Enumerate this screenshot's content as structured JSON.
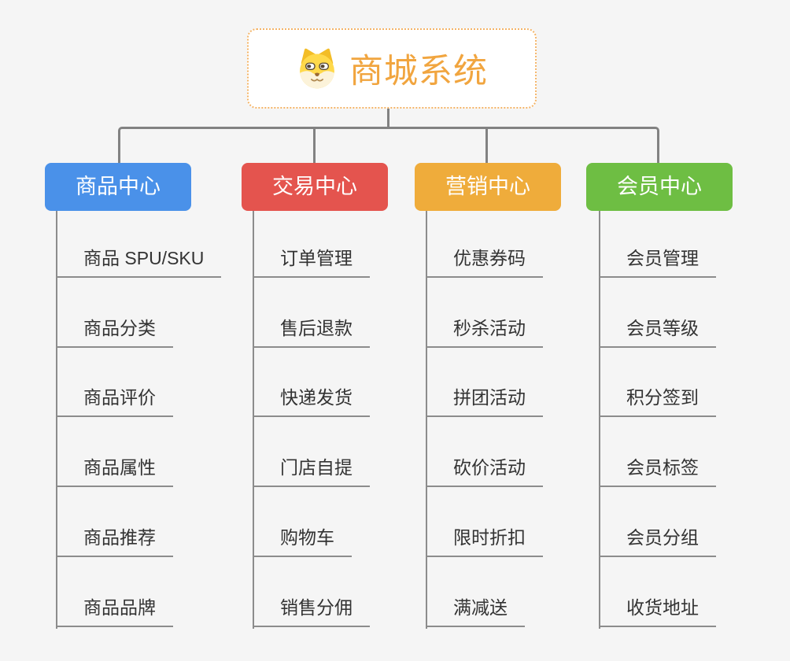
{
  "root": {
    "title": "商城系统",
    "icon": "dog-face-icon",
    "text_color": "#F1A53F",
    "border_color": "#F4B467"
  },
  "branches": [
    {
      "title": "商品中心",
      "color": "#4A91E9",
      "items": [
        "商品 SPU/SKU",
        "商品分类",
        "商品评价",
        "商品属性",
        "商品推荐",
        "商品品牌"
      ]
    },
    {
      "title": "交易中心",
      "color": "#E4544E",
      "items": [
        "订单管理",
        "售后退款",
        "快递发货",
        "门店自提",
        "购物车",
        "销售分佣"
      ]
    },
    {
      "title": "营销中心",
      "color": "#EFAC3B",
      "items": [
        "优惠券码",
        "秒杀活动",
        "拼团活动",
        "砍价活动",
        "限时折扣",
        "满减送"
      ]
    },
    {
      "title": "会员中心",
      "color": "#6EBE43",
      "items": [
        "会员管理",
        "会员等级",
        "积分签到",
        "会员标签",
        "会员分组",
        "收货地址"
      ]
    }
  ],
  "style": {
    "background": "#F5F5F5",
    "connector_color": "#828282",
    "leaf_line_color": "#8C8C8C",
    "leaf_text_color": "#333333"
  }
}
